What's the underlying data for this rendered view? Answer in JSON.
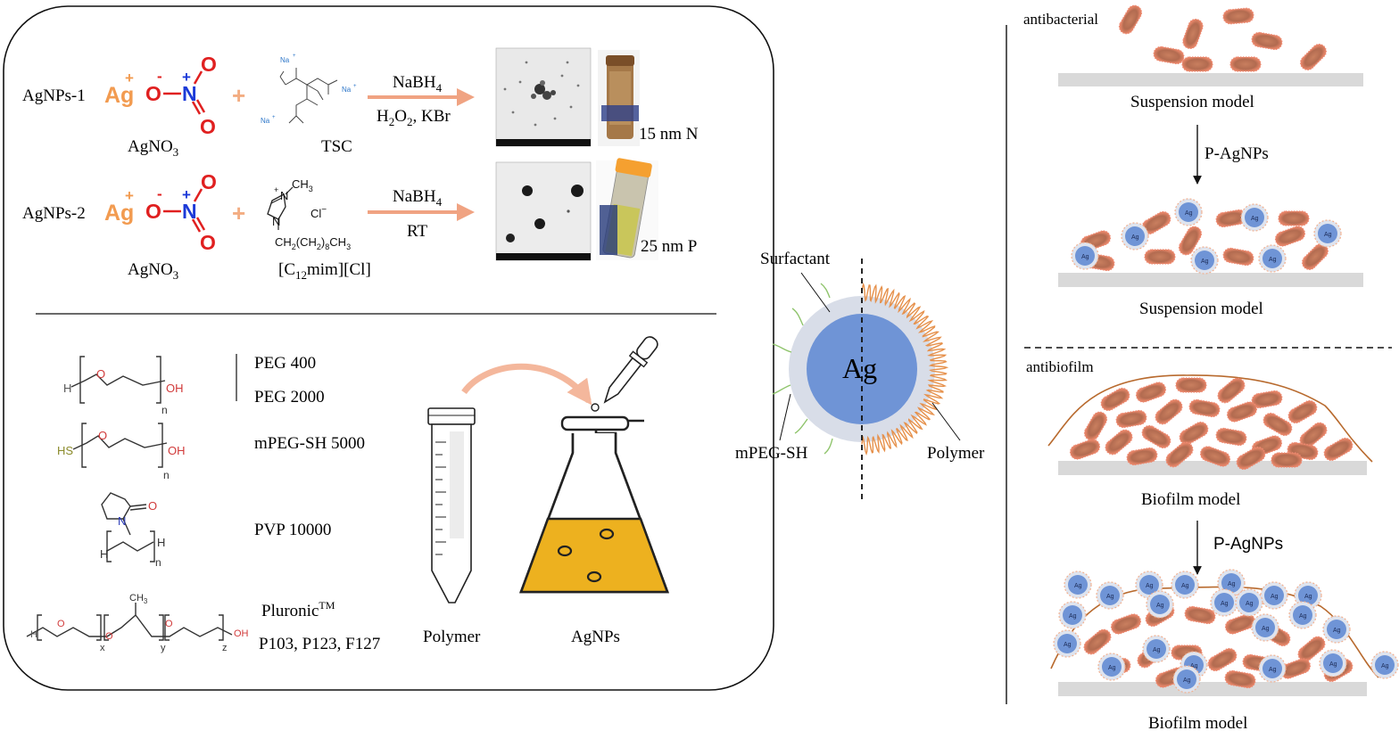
{
  "synthesis": {
    "row1": {
      "label": "AgNPs-1",
      "ag_symbol": "Ag",
      "cation_charge": "+",
      "nitrate": {
        "o_top": "O",
        "o_left": "O",
        "n": "N",
        "o_bottom": "O",
        "minus": "-",
        "n_plus": "+",
        "o_minus": "-"
      },
      "reagent_label": "AgNO",
      "reagent_sub": "3",
      "plus": "+",
      "tsc_label": "TSC",
      "tsc_atoms": {
        "na1": "Na",
        "na2": "Na",
        "na3": "Na",
        "plus_sign": "+"
      },
      "arrow_top": "NaBH",
      "arrow_top_sub": "4",
      "arrow_bottom_a": "H",
      "arrow_bottom_sub1": "2",
      "arrow_bottom_b": "O",
      "arrow_bottom_sub2": "2",
      "arrow_bottom_c": ", KBr",
      "size_label": "15 nm N"
    },
    "row2": {
      "label": "AgNPs-2",
      "ag_symbol": "Ag",
      "cation_charge": "+",
      "nitrate": {
        "o_top": "O",
        "o_left": "O",
        "n": "N",
        "o_bottom": "O",
        "minus": "-",
        "n_plus": "+",
        "o_minus": "-"
      },
      "reagent_label": "AgNO",
      "reagent_sub": "3",
      "plus": "+",
      "il_methyl": "CH",
      "il_methyl_sub": "3",
      "il_n_top": "N",
      "il_n_bottom": "N",
      "il_chain": "CH",
      "il_chain_rest": "2",
      "il_chain_tail": "(CH",
      "il_chain_tail_sub": "2",
      "il_chain_tail_end": ")",
      "il_chain_n": "8",
      "il_chain_ch": "CH",
      "il_chain_sub": "3",
      "il_cl": "Cl",
      "il_cl_charge": "−",
      "il_plus": "+",
      "il_label_a": "[C",
      "il_label_sub": "12",
      "il_label_b": "mim][Cl]",
      "arrow_top": "NaBH",
      "arrow_top_sub": "4",
      "arrow_bottom": "RT",
      "size_label": "25 nm P"
    }
  },
  "polymers": {
    "peg_h": "H",
    "peg_o": "O",
    "peg_oh": "OH",
    "peg_n": "n",
    "peg_400": "PEG 400",
    "peg_2000": "PEG 2000",
    "mpeg_hs": "HS",
    "mpeg_o": "O",
    "mpeg_oh": "OH",
    "mpeg_n": "n",
    "mpeg_label": "mPEG-SH 5000",
    "pvp_o": "O",
    "pvp_n_atom": "N",
    "pvp_h1": "H",
    "pvp_h2": "H",
    "pvp_n": "n",
    "pvp_label": "PVP 10000",
    "plu_h": "H",
    "plu_o1": "O",
    "plu_o2": "O",
    "plu_o3": "O",
    "plu_oh": "OH",
    "plu_ch3": "CH",
    "plu_ch3_sub": "3",
    "plu_x": "x",
    "plu_y": "y",
    "plu_z": "z",
    "pluronic_a": "Pluronic",
    "pluronic_tm": "TM",
    "pluronic_b": "P103, P123, F127",
    "tube_label": "Polymer",
    "flask_label": "AgNPs"
  },
  "particle": {
    "core": "Ag",
    "surfactant": "Surfactant",
    "mpeg": "mPEG-SH",
    "polymer": "Polymer"
  },
  "models": {
    "antibacterial": "antibacterial",
    "suspension_1": "Suspension model",
    "arrow_1": "P-AgNPs",
    "suspension_2": "Suspension model",
    "antibiofilm": "antibiofilm",
    "biofilm_1": "Biofilm model",
    "arrow_2": "P-AgNPs",
    "biofilm_2": "Biofilm model",
    "np_label": "Ag"
  }
}
